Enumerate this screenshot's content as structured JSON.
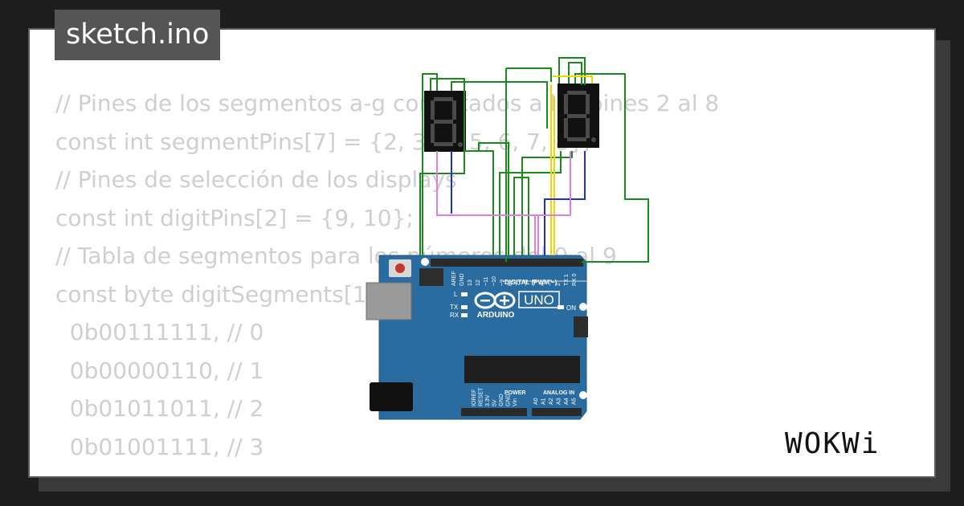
{
  "header": {
    "filename": "sketch.ino"
  },
  "code_lines": [
    "// Pines de los segmentos a-g conectados a los pines 2 al 8",
    "const int segmentPins[7] = {2, 3, 4, 5, 6, 7, 8};",
    "// Pines de selección de los displays",
    "const int digitPins[2] = {9, 10};",
    "",
    "// Tabla de segmentos para los números del 0 al 9",
    "const byte digitSegments[10] = {",
    "  0b00111111, // 0",
    "  0b00000110, // 1",
    "  0b01011011, // 2",
    "  0b01001111, // 3"
  ],
  "board": {
    "uno_label": "UNO",
    "arduino_label": "ARDUINO",
    "on_label": "ON",
    "l_label": "L",
    "tx_label": "TX",
    "rx_label": "RX",
    "digital_label": "DIGITAL (PWM ~)",
    "power_label": "POWER",
    "analog_label": "ANALOG IN",
    "top_pins": [
      "AREF",
      "GND",
      "13",
      "12",
      "~11",
      "~10",
      "~9",
      "8",
      "7",
      "~6",
      "~5",
      "4",
      "~3",
      "2",
      "TX 1",
      "RX 0"
    ],
    "power_pins": [
      "IOREF",
      "RESET",
      "3.3V",
      "5V",
      "GND",
      "GND",
      "Vin"
    ],
    "analog_pins": [
      "A0",
      "A1",
      "A2",
      "A3",
      "A4",
      "A5"
    ]
  },
  "brand": {
    "logo_text": "WOKWi"
  },
  "colors": {
    "wire_green": "#1a8a1a",
    "wire_yellow": "#f2d400",
    "wire_blue": "#1f2fd6",
    "wire_violet": "#e07ee0",
    "board_blue": "#2a6ca0",
    "segment_off": "#4a4a4a"
  }
}
